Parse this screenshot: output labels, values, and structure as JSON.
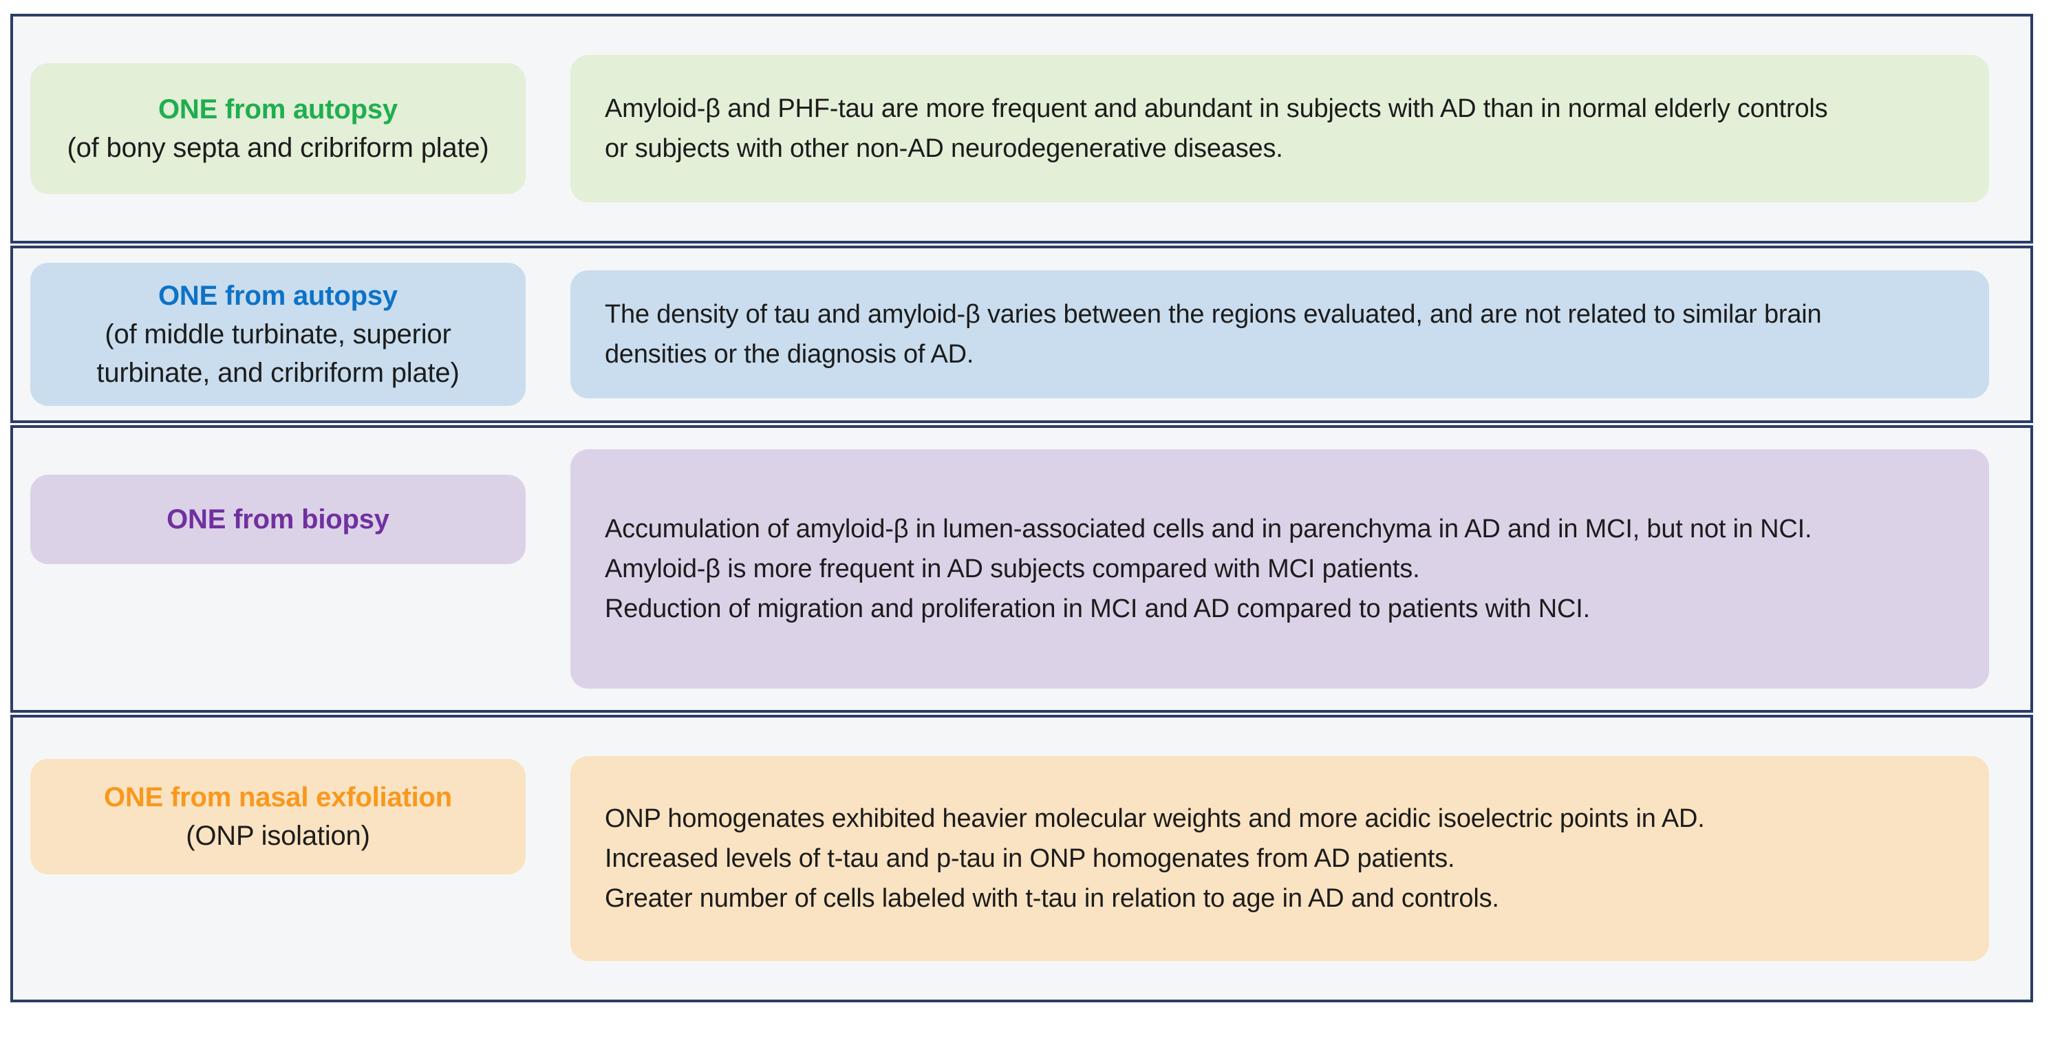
{
  "style": {
    "border_color": "#2b3c66",
    "row_background": "#f5f6f7",
    "text_color": "#1c1c1c"
  },
  "rows": [
    {
      "label": {
        "title": "ONE from autopsy",
        "subtitle": "(of bony septa and cribriform plate)"
      },
      "findings": [
        "Amyloid-β and PHF-tau are more frequent and abundant in subjects with AD than in normal elderly controls",
        "or subjects with other non-AD neurodegenerative diseases."
      ],
      "colors": {
        "accent": "#1fae4f",
        "fill": "#e3efd7"
      }
    },
    {
      "label": {
        "title": "ONE from autopsy",
        "subtitle": "(of middle turbinate, superior turbinate, and cribriform plate)"
      },
      "findings": [
        "The density of tau and amyloid-β varies between the regions evaluated, and are not related to similar brain",
        "densities or the diagnosis of AD."
      ],
      "colors": {
        "accent": "#0e72c6",
        "fill": "#c9ddee"
      }
    },
    {
      "label": {
        "title": "ONE from biopsy",
        "subtitle": ""
      },
      "findings": [
        "Accumulation of amyloid-β in lumen-associated cells and in parenchyma  in AD  and in MCI, but not in NCI.",
        "Amyloid-β is more frequent in AD subjects compared with MCI patients.",
        "Reduction of migration and proliferation in MCI and AD compared to patients with NCI."
      ],
      "colors": {
        "accent": "#7030a0",
        "fill": "#dcd2e8"
      }
    },
    {
      "label": {
        "title": "ONE from nasal exfoliation",
        "subtitle": "(ONP isolation)"
      },
      "findings": [
        "ONP homogenates exhibited heavier molecular weights and more acidic isoelectric points in AD.",
        "Increased levels of t-tau and p-tau in ONP homogenates from AD patients.",
        "Greater number of cells labeled with t-tau in relation to age in AD and controls."
      ],
      "colors": {
        "accent": "#f8981d",
        "fill": "#fae3c2"
      }
    }
  ]
}
